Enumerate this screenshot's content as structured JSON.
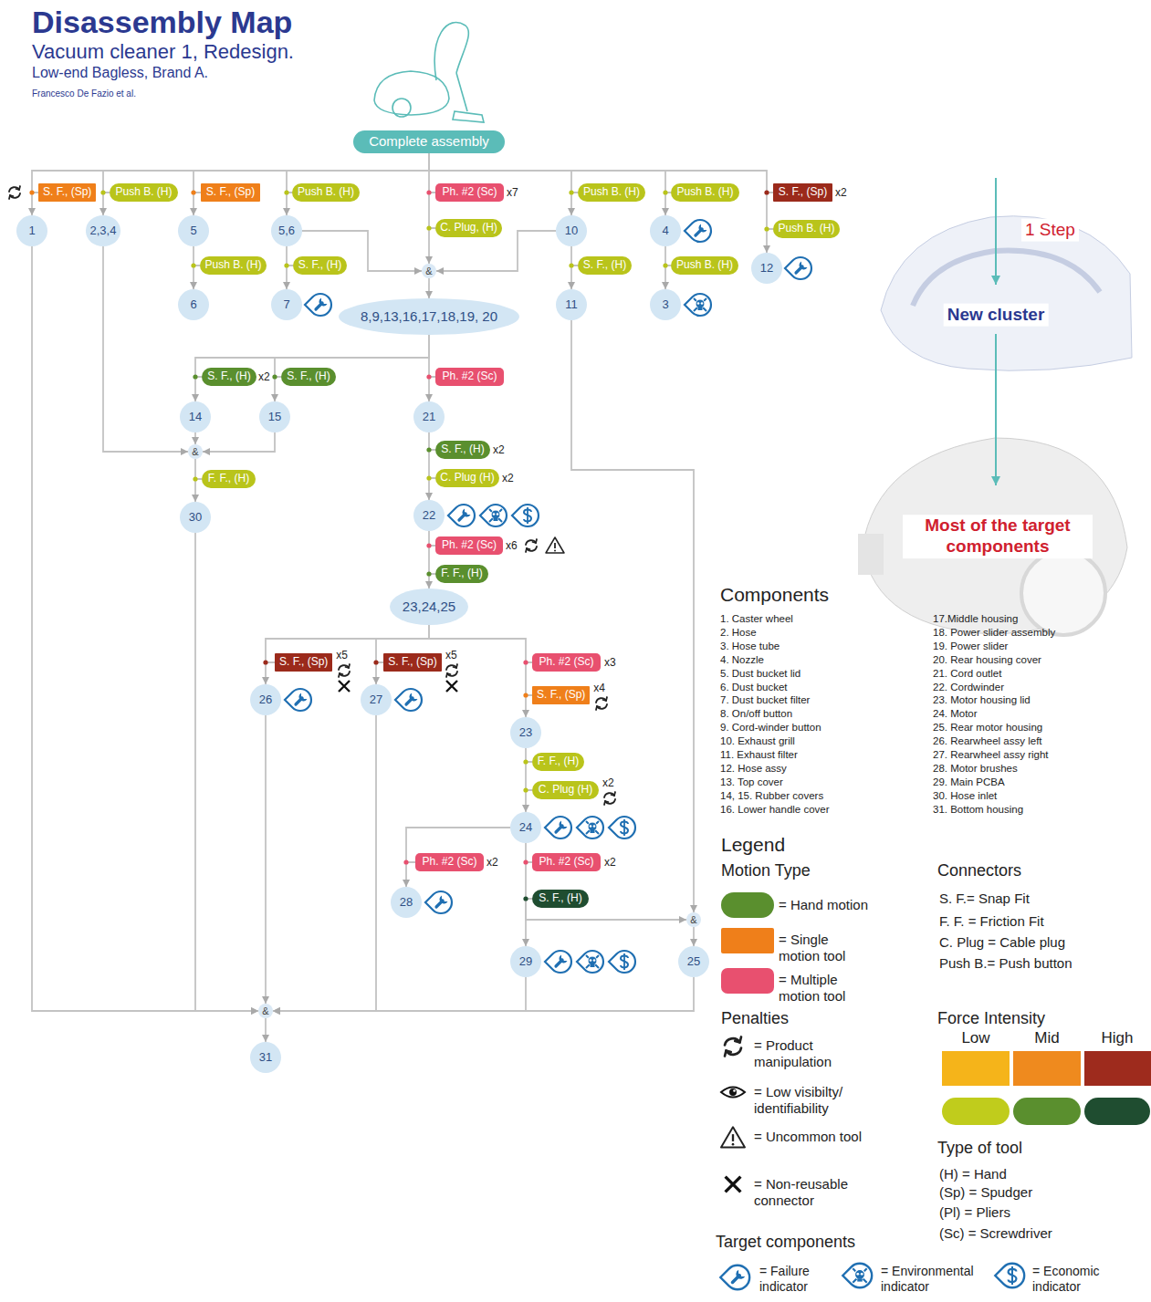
{
  "diagram": {
    "title": "Disassembly Map",
    "nodes": [
      {
        "text": [
          "Complete assembly"
        ]
      },
      {
        "text": [
          "S. F., (Sp)"
        ]
      },
      {
        "text": [
          "Push B. (H)"
        ]
      },
      {
        "text": [
          "S. F., (Sp)"
        ]
      },
      {
        "text": [
          "Push B. (H)"
        ]
      },
      {
        "text": [
          "Ph. #2 (Sc)"
        ]
      },
      {
        "text": [
          "Push B. (H)"
        ]
      },
      {
        "text": [
          "Push B. (H)"
        ]
      },
      {
        "text": [
          "S. F., (Sp)"
        ]
      },
      {
        "text": [
          "1"
        ]
      },
      {
        "text": [
          "2,3,4"
        ]
      },
      {
        "text": [
          "5"
        ]
      },
      {
        "text": [
          "5,6"
        ]
      },
      {
        "text": [
          "C. Plug, (H)"
        ]
      },
      {
        "text": [
          "10"
        ]
      },
      {
        "text": [
          "4"
        ]
      },
      {
        "text": [
          "Push B. (H)"
        ]
      },
      {
        "text": [
          "Push B. (H)"
        ]
      },
      {
        "text": [
          "S. F., (H)"
        ]
      },
      {
        "text": [
          "S. F., (H)"
        ]
      },
      {
        "text": [
          "Push B. (H)"
        ]
      },
      {
        "text": [
          "12"
        ]
      },
      {
        "text": [
          "6"
        ]
      },
      {
        "text": [
          "7"
        ]
      },
      {
        "text": [
          "&"
        ]
      },
      {
        "text": [
          "11"
        ]
      },
      {
        "text": [
          "3"
        ]
      },
      {
        "text": [
          "8,9,13,16,17,18,19, 20"
        ]
      },
      {
        "text": [
          "S. F., (H)"
        ]
      },
      {
        "text": [
          "S. F., (H)"
        ]
      },
      {
        "text": [
          "Ph. #2 (Sc)"
        ]
      },
      {
        "text": [
          "14"
        ]
      },
      {
        "text": [
          "15"
        ]
      },
      {
        "text": [
          "21"
        ]
      },
      {
        "text": [
          "&"
        ]
      },
      {
        "text": [
          "S. F., (H)"
        ]
      },
      {
        "text": [
          "F. F., (H)"
        ]
      },
      {
        "text": [
          "C. Plug (H)"
        ]
      },
      {
        "text": [
          "30"
        ]
      },
      {
        "text": [
          "22"
        ]
      },
      {
        "text": [
          "Ph. #2 (Sc)"
        ]
      },
      {
        "text": [
          "F. F., (H)"
        ]
      },
      {
        "text": [
          "23,24,25"
        ]
      },
      {
        "text": [
          "S. F., (Sp)"
        ]
      },
      {
        "text": [
          "S. F., (Sp)"
        ]
      },
      {
        "text": [
          "Ph. #2 (Sc)"
        ]
      },
      {
        "text": [
          "S. F., (Sp)"
        ]
      },
      {
        "text": [
          "26"
        ]
      },
      {
        "text": [
          "27"
        ]
      },
      {
        "text": [
          "23"
        ]
      },
      {
        "text": [
          "F. F., (H)"
        ]
      },
      {
        "text": [
          "C. Plug (H)"
        ]
      },
      {
        "text": [
          "24"
        ]
      },
      {
        "text": [
          "Ph. #2 (Sc)"
        ]
      },
      {
        "text": [
          "Ph. #2 (Sc)"
        ]
      },
      {
        "text": [
          "S. F., (H)"
        ]
      },
      {
        "text": [
          "28"
        ]
      },
      {
        "text": [
          "&"
        ]
      },
      {
        "text": [
          "29"
        ]
      },
      {
        "text": [
          "25"
        ]
      },
      {
        "text": [
          "&"
        ]
      },
      {
        "text": [
          "31"
        ]
      }
    ],
    "edges": [
      {
        "from": 0,
        "to": 1,
        "arrow": "none"
      },
      {
        "from": 0,
        "to": 2,
        "arrow": "none"
      },
      {
        "from": 0,
        "to": 3,
        "arrow": "none"
      },
      {
        "from": 0,
        "to": 4,
        "arrow": "none"
      },
      {
        "from": 0,
        "to": 5,
        "arrow": "none"
      },
      {
        "from": 0,
        "to": 6,
        "arrow": "none"
      },
      {
        "from": 0,
        "to": 7,
        "arrow": "none"
      },
      {
        "from": 0,
        "to": 8,
        "arrow": "none"
      },
      {
        "from": 1,
        "to": 9,
        "arrow": "to"
      },
      {
        "from": 2,
        "to": 10,
        "arrow": "to"
      },
      {
        "from": 3,
        "to": 11,
        "arrow": "to"
      },
      {
        "from": 4,
        "to": 12,
        "arrow": "to"
      },
      {
        "from": 5,
        "to": 13,
        "arrow": "none"
      },
      {
        "from": 13,
        "to": 24,
        "arrow": "to"
      },
      {
        "from": 6,
        "to": 14,
        "arrow": "to"
      },
      {
        "from": 7,
        "to": 15,
        "arrow": "to"
      },
      {
        "from": 8,
        "to": 16,
        "arrow": "none"
      },
      {
        "from": 16,
        "to": 21,
        "arrow": "to"
      },
      {
        "from": 11,
        "to": 17,
        "arrow": "none"
      },
      {
        "from": 17,
        "to": 22,
        "arrow": "to"
      },
      {
        "from": 12,
        "to": 18,
        "arrow": "none"
      },
      {
        "from": 18,
        "to": 23,
        "arrow": "to"
      },
      {
        "from": 12,
        "to": 24,
        "arrow": "to"
      },
      {
        "from": 14,
        "to": 24,
        "arrow": "to"
      },
      {
        "from": 14,
        "to": 19,
        "arrow": "none"
      },
      {
        "from": 19,
        "to": 25,
        "arrow": "to"
      },
      {
        "from": 15,
        "to": 20,
        "arrow": "none"
      },
      {
        "from": 20,
        "to": 26,
        "arrow": "to"
      },
      {
        "from": 24,
        "to": 27,
        "arrow": "to"
      },
      {
        "from": 27,
        "to": 28,
        "arrow": "none"
      },
      {
        "from": 27,
        "to": 29,
        "arrow": "none"
      },
      {
        "from": 27,
        "to": 30,
        "arrow": "none"
      },
      {
        "from": 28,
        "to": 31,
        "arrow": "to"
      },
      {
        "from": 29,
        "to": 32,
        "arrow": "to"
      },
      {
        "from": 30,
        "to": 33,
        "arrow": "to"
      },
      {
        "from": 10,
        "to": 34,
        "arrow": "to"
      },
      {
        "from": 31,
        "to": 34,
        "arrow": "to"
      },
      {
        "from": 32,
        "to": 34,
        "arrow": "to"
      },
      {
        "from": 34,
        "to": 36,
        "arrow": "none"
      },
      {
        "from": 36,
        "to": 38,
        "arrow": "to"
      },
      {
        "from": 33,
        "to": 35,
        "arrow": "none"
      },
      {
        "from": 35,
        "to": 37,
        "arrow": "none"
      },
      {
        "from": 37,
        "to": 39,
        "arrow": "to"
      },
      {
        "from": 39,
        "to": 40,
        "arrow": "none"
      },
      {
        "from": 40,
        "to": 41,
        "arrow": "none"
      },
      {
        "from": 41,
        "to": 42,
        "arrow": "to"
      },
      {
        "from": 42,
        "to": 43,
        "arrow": "none"
      },
      {
        "from": 42,
        "to": 44,
        "arrow": "none"
      },
      {
        "from": 42,
        "to": 45,
        "arrow": "none"
      },
      {
        "from": 43,
        "to": 47,
        "arrow": "to"
      },
      {
        "from": 44,
        "to": 48,
        "arrow": "to"
      },
      {
        "from": 45,
        "to": 46,
        "arrow": "none"
      },
      {
        "from": 46,
        "to": 49,
        "arrow": "to"
      },
      {
        "from": 49,
        "to": 50,
        "arrow": "none"
      },
      {
        "from": 50,
        "to": 51,
        "arrow": "none"
      },
      {
        "from": 51,
        "to": 52,
        "arrow": "to"
      },
      {
        "from": 52,
        "to": 53,
        "arrow": "none"
      },
      {
        "from": 53,
        "to": 56,
        "arrow": "to"
      },
      {
        "from": 52,
        "to": 54,
        "arrow": "none"
      },
      {
        "from": 54,
        "to": 55,
        "arrow": "none"
      },
      {
        "from": 55,
        "to": 57,
        "arrow": "to"
      },
      {
        "from": 55,
        "to": 58,
        "arrow": "to"
      },
      {
        "from": 25,
        "to": 57,
        "arrow": "to"
      },
      {
        "from": 57,
        "to": 59,
        "arrow": "to"
      },
      {
        "from": 9,
        "to": 60,
        "arrow": "to"
      },
      {
        "from": 38,
        "to": 60,
        "arrow": "to"
      },
      {
        "from": 47,
        "to": 60,
        "arrow": "to"
      },
      {
        "from": 48,
        "to": 60,
        "arrow": "to"
      },
      {
        "from": 58,
        "to": 60,
        "arrow": "to"
      },
      {
        "from": 59,
        "to": 60,
        "arrow": "to"
      },
      {
        "from": 60,
        "to": 61,
        "arrow": "to"
      }
    ],
    "labels": [
      "Vacuum cleaner 1, Redesign.",
      "Low-end Bagless, Brand A.",
      "Francesco De Fazio et al.",
      "x7",
      "x2",
      "x2",
      "x2",
      "x2",
      "x6",
      "x5",
      "x5",
      "x3",
      "x4",
      "x2",
      "x2",
      "x2",
      "1 Step",
      "New cluster",
      "Most of the target components",
      "Components",
      "1. Caster wheel",
      "2. Hose",
      "3. Hose tube",
      "4. Nozzle",
      "5. Dust bucket lid",
      "6. Dust bucket",
      "7. Dust bucket filter",
      "8. On/off button",
      "9. Cord-winder button",
      "10. Exhaust grill",
      "11. Exhaust filter",
      "12. Hose assy",
      "13. Top cover",
      "14, 15. Rubber covers",
      "16. Lower handle cover",
      "17.Middle housing",
      "18. Power slider assembly",
      "19. Power slider",
      "20. Rear housing cover",
      "21. Cord outlet",
      "22. Cordwinder",
      "23. Motor housing lid",
      "24. Motor",
      "25. Rear motor housing",
      "26. Rearwheel assy left",
      "27. Rearwheel assy right",
      "28. Motor brushes",
      "29. Main PCBA",
      "30. Hose inlet",
      "31. Bottom housing",
      "Legend",
      "Motion Type",
      "Penalties",
      "Connectors",
      "S. F.= Snap Fit",
      "F. F. = Friction Fit",
      "C. Plug = Cable plug",
      "Push B.= Push button",
      "Force Intensity",
      "Low",
      "Mid",
      "High",
      "Type of tool",
      "(H) = Hand",
      "(Sp) = Spudger",
      "(Pl) = Pliers",
      "(Sc) = Screwdriver",
      "Target components"
    ],
    "legend": [
      {
        "text": "= Hand motion",
        "color": "#5a8f2e"
      },
      {
        "text": "= Single motion tool",
        "color": "#ef7f1a"
      },
      {
        "text": "= Multiple motion tool",
        "color": "#e8506f"
      },
      {
        "text": "= Product manipulation"
      },
      {
        "text": "= Low visibilty/ identifiability"
      },
      {
        "text": "= Uncommon tool"
      },
      {
        "text": "= Non-reusable connector"
      },
      {
        "text": "= Failure indicator"
      },
      {
        "text": "= Environmental indicator"
      },
      {
        "text": "= Economic indicator"
      }
    ]
  }
}
